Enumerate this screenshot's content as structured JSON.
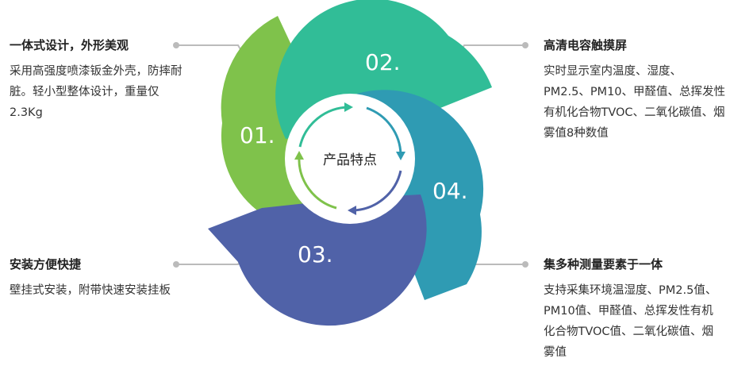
{
  "center_label": "产品特点",
  "colors": {
    "green": "#7fc24b",
    "teal": "#31bd97",
    "blue": "#2f9bb3",
    "indigo": "#5062a8"
  },
  "petals": [
    {
      "num": "01."
    },
    {
      "num": "02."
    },
    {
      "num": "03."
    },
    {
      "num": "04."
    }
  ],
  "features": [
    {
      "title": "一体式设计，外形美观",
      "text": "采用高强度喷漆钣金外壳，防摔耐脏。轻小型整体设计，重量仅2.3Kg"
    },
    {
      "title": "高清电容触摸屏",
      "text": "实时显示室内温度、湿度、PM2.5、PM10、甲醛值、总挥发性有机化合物TVOC、二氧化碳值、烟雾值8种数值"
    },
    {
      "title": "安装方便快捷",
      "text": "壁挂式安装，附带快速安装挂板"
    },
    {
      "title": "集多种测量要素于一体",
      "text": "支持采集环境温湿度、PM2.5值、PM10值、甲醛值、总挥发性有机化合物TVOC值、二氧化碳值、烟雾值"
    }
  ]
}
